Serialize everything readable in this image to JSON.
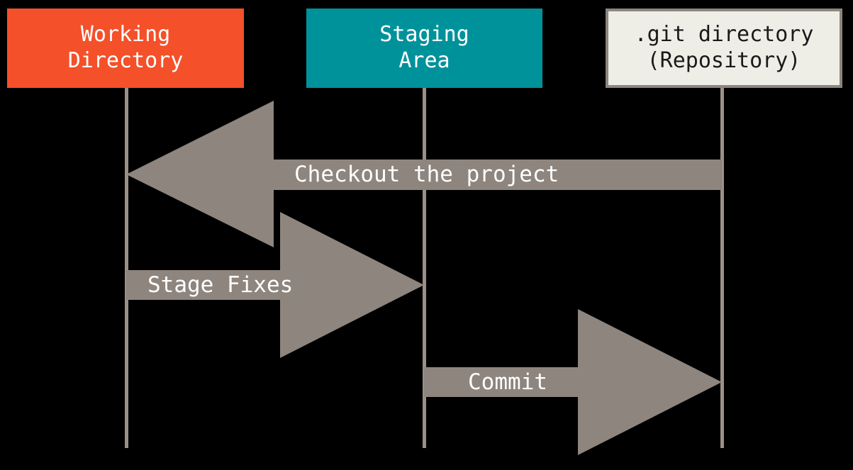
{
  "diagram": {
    "type": "git-data-flow",
    "background_color": "#000000",
    "arrow_color": "#8d857e",
    "lifeline_color": "#9a9086",
    "nodes": [
      {
        "id": "working-directory",
        "label": "Working\nDirectory",
        "fill": "#f4502a",
        "text_color": "#ffffff"
      },
      {
        "id": "staging-area",
        "label": "Staging\nArea",
        "fill": "#00929b",
        "text_color": "#ffffff"
      },
      {
        "id": "git-directory",
        "label": ".git directory\n(Repository)",
        "fill": "#eeeee6",
        "text_color": "#1a1a1a",
        "border_color": "#8d857e"
      }
    ],
    "arrows": [
      {
        "id": "checkout",
        "label": "Checkout the project",
        "from": "git-directory",
        "to": "working-directory",
        "direction": "left"
      },
      {
        "id": "stage-fixes",
        "label": "Stage Fixes",
        "from": "working-directory",
        "to": "staging-area",
        "direction": "right"
      },
      {
        "id": "commit",
        "label": "Commit",
        "from": "staging-area",
        "to": "git-directory",
        "direction": "right"
      }
    ]
  }
}
